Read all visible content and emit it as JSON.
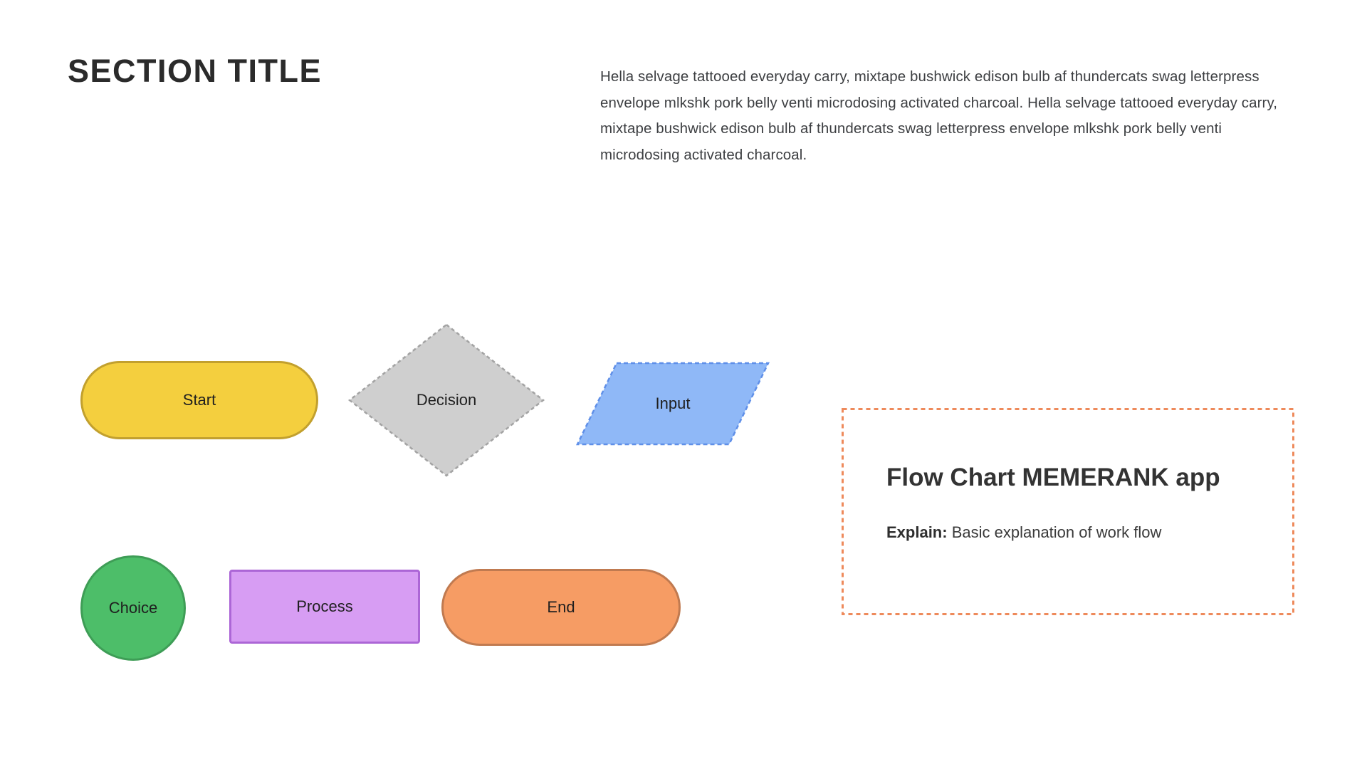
{
  "slide": {
    "background": "#FFFFFF"
  },
  "header": {
    "title": "SECTION TITLE"
  },
  "intro": {
    "text": "Hella selvage tattooed everyday carry, mixtape bushwick edison bulb af thundercats swag letterpress envelope mlkshk pork belly venti microdosing activated charcoal. Hella selvage tattooed everyday carry, mixtape bushwick edison bulb af thundercats swag letterpress envelope mlkshk pork belly venti microdosing activated charcoal."
  },
  "diagram": {
    "shapes": {
      "start": {
        "label": "Start",
        "shape": "terminator-pill",
        "fill": "#F4CF3E",
        "border": "#C2A02E",
        "border_style": "solid"
      },
      "decision": {
        "label": "Decision",
        "shape": "diamond",
        "fill": "#CFCFCF",
        "border": "#A3A3A3",
        "border_style": "dashed"
      },
      "input": {
        "label": "Input",
        "shape": "parallelogram",
        "fill": "#8FB8F7",
        "border": "#5F8FE8",
        "border_style": "dashed"
      },
      "choice": {
        "label": "Choice",
        "shape": "circle",
        "fill": "#4DBE69",
        "border": "#3E9D56",
        "border_style": "solid"
      },
      "process": {
        "label": "Process",
        "shape": "rectangle",
        "fill": "#D79DF3",
        "border": "#AC66D6",
        "border_style": "solid"
      },
      "end": {
        "label": "End",
        "shape": "terminator-pill",
        "fill": "#F69C64",
        "border": "#C07A50",
        "border_style": "solid"
      }
    }
  },
  "note_box": {
    "border_color": "#EE8A5B",
    "title": "Flow Chart MEMERANK app",
    "explain_label": "Explain:",
    "explain_text": "Basic explanation of work flow"
  }
}
